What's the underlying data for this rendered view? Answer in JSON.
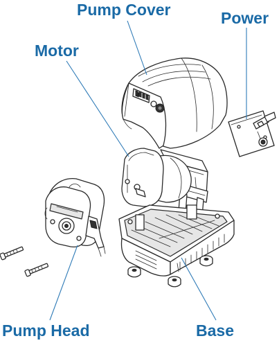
{
  "diagram": {
    "label_color": "#1a6aa6",
    "leader_color": "#2f7bb7",
    "labels": {
      "pump_cover": "Pump Cover",
      "power": "Power",
      "motor": "Motor",
      "pump_head": "Pump Head",
      "base": "Base"
    }
  }
}
